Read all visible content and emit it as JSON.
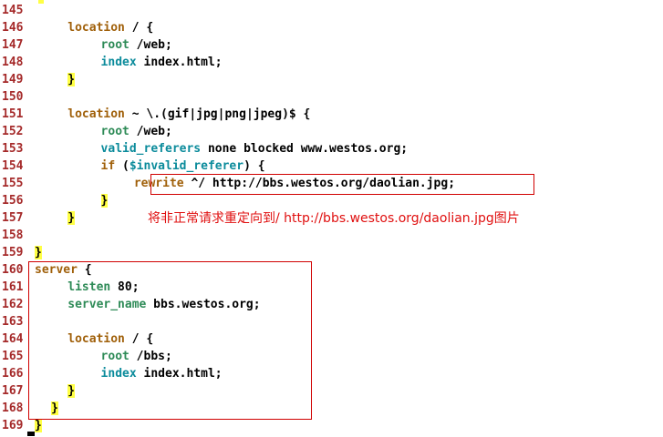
{
  "editor": {
    "lines": [
      {
        "num": "145",
        "indent": 0,
        "parts": []
      },
      {
        "num": "146",
        "indent": 4,
        "parts": [
          {
            "t": "location",
            "c": "kw"
          },
          {
            "t": " / {",
            "c": ""
          }
        ]
      },
      {
        "num": "147",
        "indent": 8,
        "parts": [
          {
            "t": "root",
            "c": "dir"
          },
          {
            "t": " /web;",
            "c": ""
          }
        ]
      },
      {
        "num": "148",
        "indent": 8,
        "parts": [
          {
            "t": "index",
            "c": "dir2"
          },
          {
            "t": " index.html;",
            "c": ""
          }
        ]
      },
      {
        "num": "149",
        "indent": 4,
        "parts": [
          {
            "t": "}",
            "c": "brace"
          }
        ]
      },
      {
        "num": "150",
        "indent": 0,
        "parts": []
      },
      {
        "num": "151",
        "indent": 4,
        "parts": [
          {
            "t": "location",
            "c": "kw"
          },
          {
            "t": " ~ \\.(gif|jpg|png|jpeg)$ {",
            "c": ""
          }
        ]
      },
      {
        "num": "152",
        "indent": 8,
        "parts": [
          {
            "t": "root",
            "c": "dir"
          },
          {
            "t": " /web;",
            "c": ""
          }
        ]
      },
      {
        "num": "153",
        "indent": 8,
        "parts": [
          {
            "t": "valid_referers",
            "c": "dir2"
          },
          {
            "t": " none blocked www.westos.org;",
            "c": ""
          }
        ]
      },
      {
        "num": "154",
        "indent": 8,
        "parts": [
          {
            "t": "if",
            "c": "kw"
          },
          {
            "t": " (",
            "c": ""
          },
          {
            "t": "$invalid_referer",
            "c": "var"
          },
          {
            "t": ") {",
            "c": ""
          }
        ]
      },
      {
        "num": "155",
        "indent": 12,
        "parts": [
          {
            "t": "rewrite",
            "c": "kw"
          },
          {
            "t": " ^/ http://bbs.westos.org/daolian.jpg;",
            "c": ""
          }
        ]
      },
      {
        "num": "156",
        "indent": 8,
        "parts": [
          {
            "t": "}",
            "c": "brace"
          }
        ]
      },
      {
        "num": "157",
        "indent": 4,
        "parts": [
          {
            "t": "}",
            "c": "brace"
          }
        ]
      },
      {
        "num": "158",
        "indent": 0,
        "parts": []
      },
      {
        "num": "159",
        "indent": 0,
        "parts": [
          {
            "t": "}",
            "c": "brace"
          }
        ]
      },
      {
        "num": "160",
        "indent": 0,
        "parts": [
          {
            "t": "server",
            "c": "kw"
          },
          {
            "t": " {",
            "c": ""
          }
        ]
      },
      {
        "num": "161",
        "indent": 4,
        "parts": [
          {
            "t": "listen",
            "c": "dir"
          },
          {
            "t": " 80;",
            "c": ""
          }
        ]
      },
      {
        "num": "162",
        "indent": 4,
        "parts": [
          {
            "t": "server_name",
            "c": "dir"
          },
          {
            "t": " bbs.westos.org;",
            "c": ""
          }
        ]
      },
      {
        "num": "163",
        "indent": 0,
        "parts": []
      },
      {
        "num": "164",
        "indent": 4,
        "parts": [
          {
            "t": "location",
            "c": "kw"
          },
          {
            "t": " / {",
            "c": ""
          }
        ]
      },
      {
        "num": "165",
        "indent": 8,
        "parts": [
          {
            "t": "root",
            "c": "dir"
          },
          {
            "t": " /bbs;",
            "c": ""
          }
        ]
      },
      {
        "num": "166",
        "indent": 8,
        "parts": [
          {
            "t": "index",
            "c": "dir2"
          },
          {
            "t": " index.html;",
            "c": ""
          }
        ]
      },
      {
        "num": "167",
        "indent": 4,
        "parts": [
          {
            "t": "}",
            "c": "brace"
          }
        ]
      },
      {
        "num": "168",
        "indent": 2,
        "parts": [
          {
            "t": "}",
            "c": "brace"
          }
        ]
      },
      {
        "num": "169",
        "indent": 0,
        "parts": [
          {
            "t": "}",
            "c": "brace"
          }
        ]
      }
    ]
  },
  "annotation": {
    "text": "将非正常请求重定向到/ http://bbs.westos.org/daolian.jpg图片"
  },
  "colors": {
    "keyword": "#a0600a",
    "directive": "#2e8b57",
    "line_number": "#a52a2a",
    "match_highlight": "#ffff44",
    "annotation_red": "#e01010"
  }
}
